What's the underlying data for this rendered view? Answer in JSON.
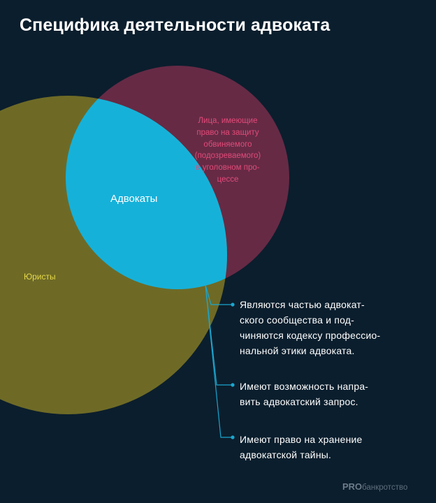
{
  "title": "Специфика деятельности адвоката",
  "venn": {
    "advocates_label": "Адвокаты",
    "lawyers_label": "Юристы",
    "defence_label": "Лица, имеющие\nправо на защиту\nобвиняемого\n(подозреваемого)\nв уголовном про-\nцессе"
  },
  "notes": [
    {
      "text": "Являются частью адвокат-\nского сообщества и под-\nчиняются кодексу профессио-\nнальной этики адвоката."
    },
    {
      "text": "Имеют возможность напра-\nвить адвокатский запрос."
    },
    {
      "text": "Имеют право на хранение\nадвокатской тайны."
    }
  ],
  "brand": {
    "strong": "PRO",
    "rest": "банкротство"
  },
  "colors": {
    "background": "#0b1e2d",
    "lawyers": "#6e6a26",
    "defence": "#662a45",
    "advocates": "#16b1d9",
    "connector": "#1aa6cf"
  }
}
